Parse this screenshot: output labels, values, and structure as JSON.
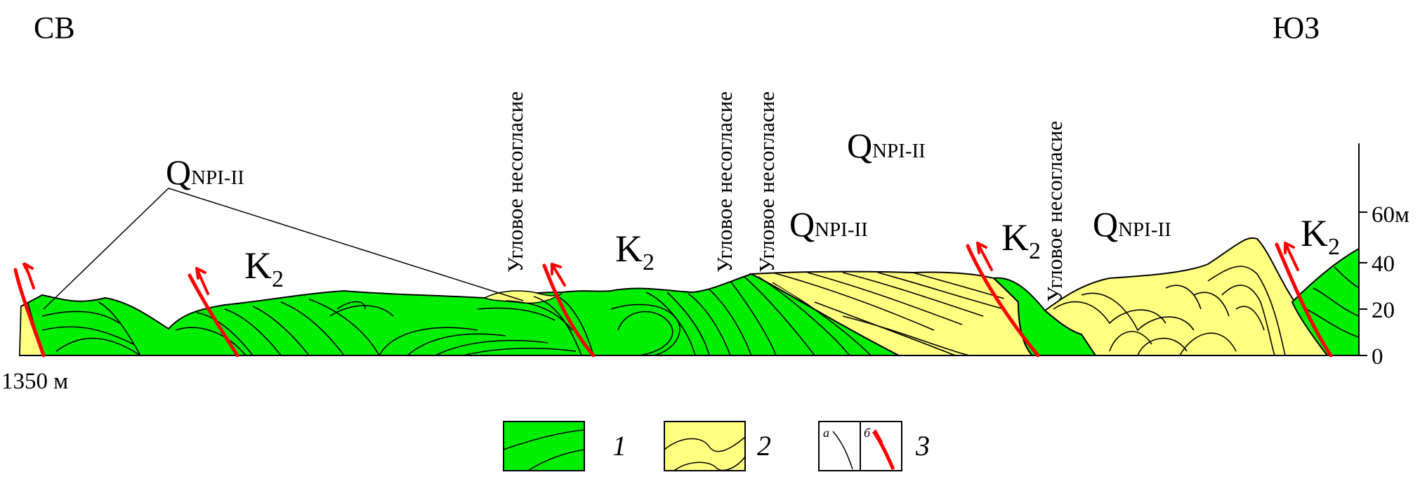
{
  "directions": {
    "left": "СВ",
    "right": "ЮЗ"
  },
  "units": [
    {
      "main": "Q",
      "sub": "NPI-II"
    },
    {
      "main": "Q",
      "sub": "NPI-II"
    },
    {
      "main": "Q",
      "sub": "NPI-II"
    },
    {
      "main": "Q",
      "sub": "NPI-II"
    }
  ],
  "k2_labels": [
    {
      "main": "K",
      "sub": "2"
    },
    {
      "main": "K",
      "sub": "2"
    },
    {
      "main": "K",
      "sub": "2"
    },
    {
      "main": "K",
      "sub": "2"
    }
  ],
  "unconformity_labels": [
    "Угловое несогласие",
    "Угловое несогласие",
    "Угловое несогласие",
    "Угловое несогласие"
  ],
  "scale": {
    "ticks": [
      "60м",
      "40",
      "20",
      "0"
    ]
  },
  "distance_label": "1350 м",
  "legend": {
    "items": [
      {
        "number": "1",
        "fill": "#00ee00"
      },
      {
        "number": "2",
        "fill": "#ffff80"
      },
      {
        "number": "3",
        "sub_a": "а",
        "sub_b": "б"
      }
    ]
  },
  "colors": {
    "green": "#00ee00",
    "yellow": "#ffff80",
    "fault": "#ff0000",
    "line": "#000000"
  }
}
